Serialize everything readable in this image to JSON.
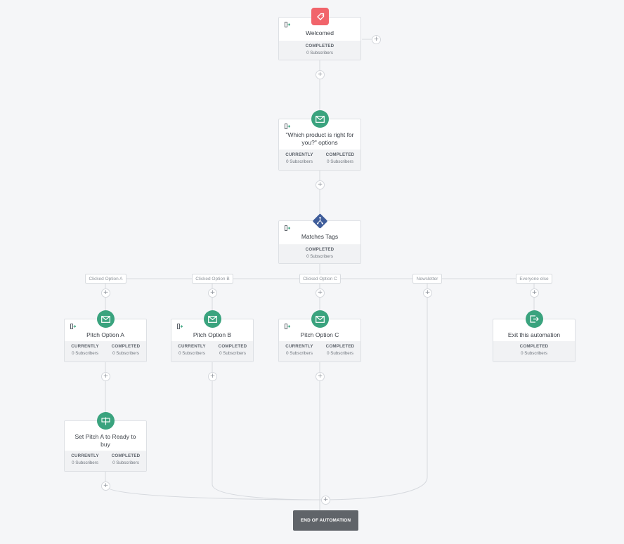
{
  "nodes": {
    "welcomed": {
      "title": "Welcomed",
      "stats": [
        {
          "label": "COMPLETED",
          "value": "0 Subscribers"
        }
      ]
    },
    "which_product": {
      "title": "\"Which product is right for you?\" options",
      "stats": [
        {
          "label": "CURRENTLY",
          "value": "0 Subscribers"
        },
        {
          "label": "COMPLETED",
          "value": "0 Subscribers"
        }
      ]
    },
    "matches_tags": {
      "title": "Matches Tags",
      "stats": [
        {
          "label": "COMPLETED",
          "value": "0 Subscribers"
        }
      ]
    },
    "pitch_a": {
      "title": "Pitch Option A",
      "stats": [
        {
          "label": "CURRENTLY",
          "value": "0 Subscribers"
        },
        {
          "label": "COMPLETED",
          "value": "0 Subscribers"
        }
      ]
    },
    "pitch_b": {
      "title": "Pitch Option B",
      "stats": [
        {
          "label": "CURRENTLY",
          "value": "0 Subscribers"
        },
        {
          "label": "COMPLETED",
          "value": "0 Subscribers"
        }
      ]
    },
    "pitch_c": {
      "title": "Pitch Option C",
      "stats": [
        {
          "label": "CURRENTLY",
          "value": "0 Subscribers"
        },
        {
          "label": "COMPLETED",
          "value": "0 Subscribers"
        }
      ]
    },
    "exit": {
      "title": "Exit this automation",
      "stats": [
        {
          "label": "COMPLETED",
          "value": "0 Subscribers"
        }
      ]
    },
    "set_pitch_a": {
      "title": "Set Pitch A to Ready to buy",
      "stats": [
        {
          "label": "CURRENTLY",
          "value": "0 Subscribers"
        },
        {
          "label": "COMPLETED",
          "value": "0 Subscribers"
        }
      ]
    }
  },
  "branches": {
    "a": "Clicked Option A",
    "b": "Clicked Option B",
    "c": "Clicked Option C",
    "newsletter": "Newsletter",
    "else": "Everyone else"
  },
  "plus_symbol": "+",
  "end_label": "END OF AUTOMATION",
  "colors": {
    "trigger": "#f1646b",
    "email": "#3aa37e",
    "condition": "#3f5d9a",
    "action": "#3aa37e",
    "line": "#d6d9de"
  },
  "icons": {
    "welcomed": "tag-icon",
    "email": "envelope-icon",
    "condition": "branch-icon",
    "exit": "exit-icon",
    "action": "signpost-icon"
  }
}
